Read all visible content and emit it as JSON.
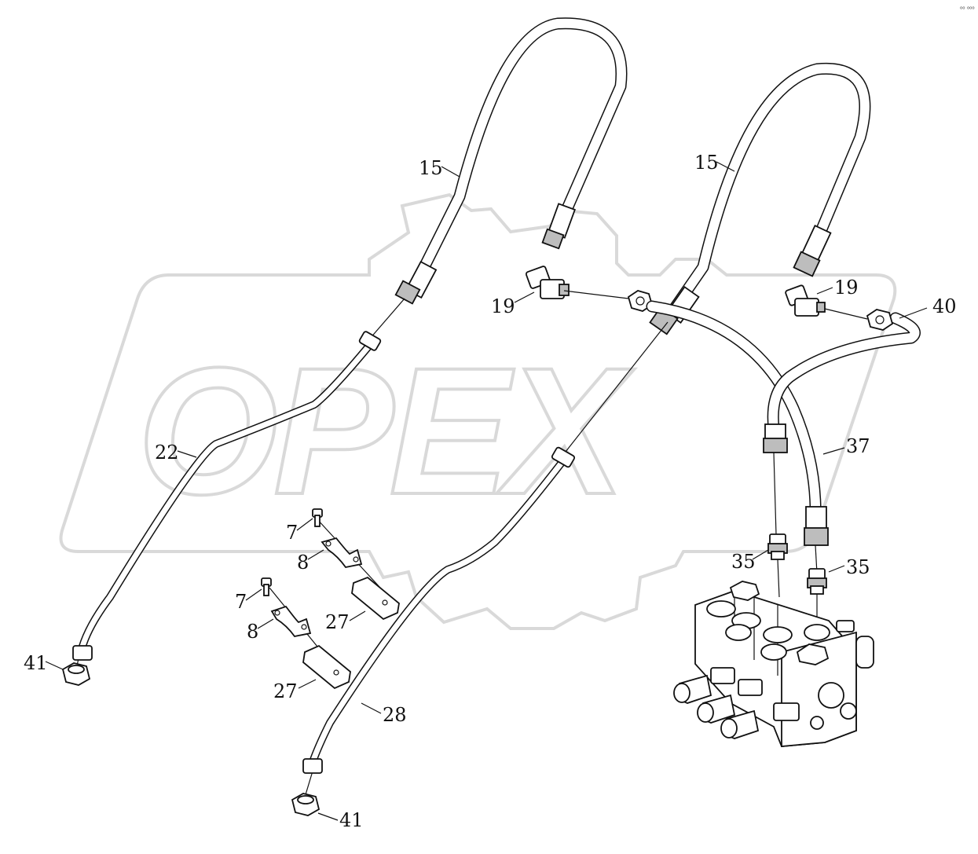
{
  "watermark": {
    "text": "OPEX"
  },
  "corner_mark": "⁰⁰ ⁰⁰⁰",
  "callouts": [
    {
      "id": "c15a",
      "text": "15"
    },
    {
      "id": "c15b",
      "text": "15"
    },
    {
      "id": "c19a",
      "text": "19"
    },
    {
      "id": "c19b",
      "text": "19"
    },
    {
      "id": "c40",
      "text": "40"
    },
    {
      "id": "c22",
      "text": "22"
    },
    {
      "id": "c37",
      "text": "37"
    },
    {
      "id": "c7a",
      "text": "7"
    },
    {
      "id": "c8a",
      "text": "8"
    },
    {
      "id": "c27a",
      "text": "27"
    },
    {
      "id": "c7b",
      "text": "7"
    },
    {
      "id": "c8b",
      "text": "8"
    },
    {
      "id": "c27b",
      "text": "27"
    },
    {
      "id": "c35a",
      "text": "35"
    },
    {
      "id": "c35b",
      "text": "35"
    },
    {
      "id": "c41a",
      "text": "41"
    },
    {
      "id": "c28",
      "text": "28"
    },
    {
      "id": "c41b",
      "text": "41"
    }
  ],
  "colors": {
    "line": "#111111",
    "watermark": "#d9d9d9",
    "background": "#ffffff"
  }
}
